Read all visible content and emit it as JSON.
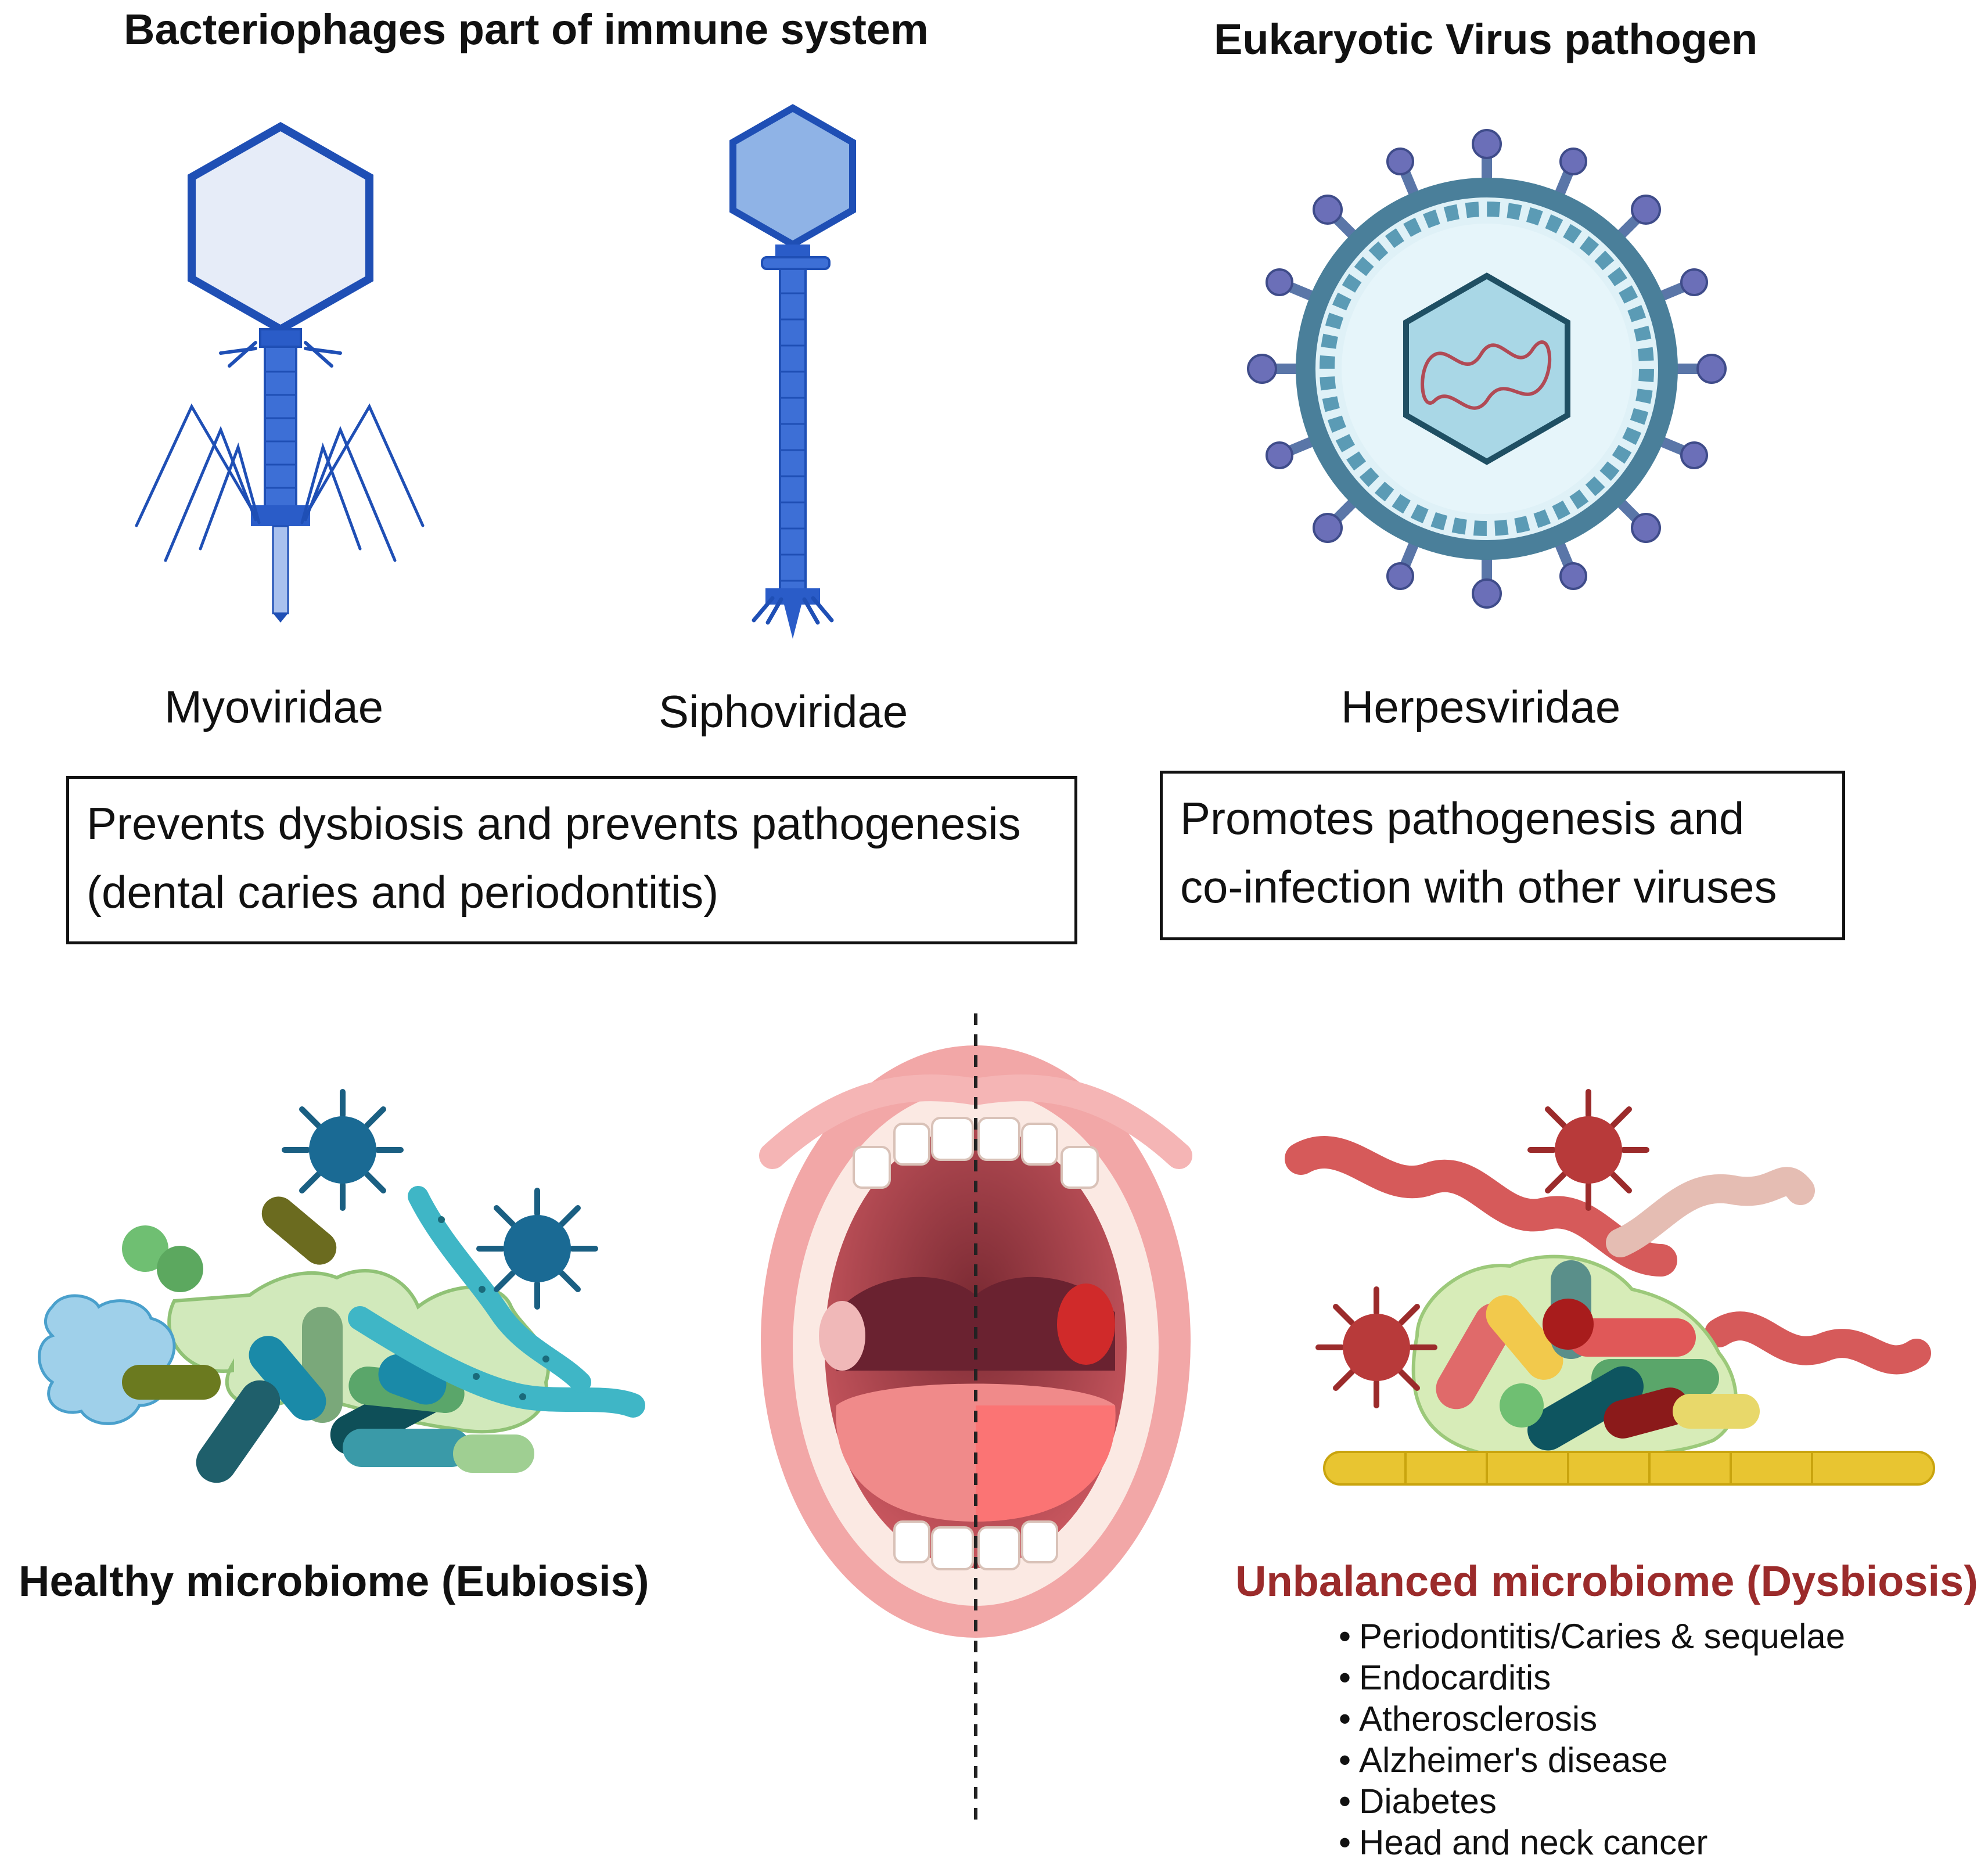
{
  "sections": {
    "phages_heading": "Bacteriophages part of immune system",
    "eukaryotic_heading": "Eukaryotic Virus pathogen"
  },
  "families": {
    "myoviridae": "Myoviridae",
    "siphoviridae": "Siphoviridae",
    "herpesviridae": "Herpesviridae"
  },
  "boxes": {
    "phage_effect": {
      "line1": "Prevents dysbiosis and prevents pathogenesis",
      "line2": "(dental caries and periodontitis)"
    },
    "virus_effect": {
      "line1": "Promotes pathogenesis and",
      "line2": "co-infection with other viruses"
    }
  },
  "states": {
    "healthy": "Healthy microbiome (Eubiosis)",
    "unbalanced": "Unbalanced microbiome (Dysbiosis)"
  },
  "conditions": [
    "Periodontitis/Caries & sequelae",
    "Endocarditis",
    "Atherosclerosis",
    "Alzheimer's disease",
    "Diabetes",
    "Head and neck cancer"
  ],
  "colors": {
    "phage_blue": "#1f4fb5",
    "herpes_envelope": "#4a7f9a",
    "dysbiosis_red": "#9b2b2b"
  }
}
